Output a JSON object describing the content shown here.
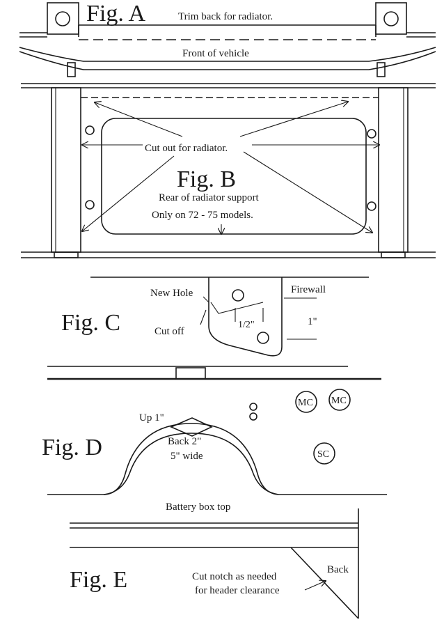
{
  "figA": {
    "title": "Fig. A",
    "trim_label": "Trim back for radiator.",
    "front_label": "Front of vehicle"
  },
  "figB": {
    "title": "Fig. B",
    "cut_label": "Cut out for radiator.",
    "rear_label": "Rear of radiator support",
    "models_label": "Only on 72 - 75 models."
  },
  "figC": {
    "title": "Fig. C",
    "new_hole_label": "New Hole",
    "firewall_label": "Firewall",
    "cut_off_label": "Cut off",
    "half_inch_label": "1/2\"",
    "one_inch_label": "1\""
  },
  "figD": {
    "title": "Fig. D",
    "up_label": "Up 1\"",
    "back_label": "Back  2\"",
    "wide_label": "5\" wide",
    "mc1_label": "MC",
    "mc2_label": "MC",
    "sc_label": "SC",
    "battery_label": "Battery box top"
  },
  "figE": {
    "title": "Fig. E",
    "back_label": "Back",
    "notch_label_1": "Cut notch as needed",
    "notch_label_2": "for header clearance"
  }
}
